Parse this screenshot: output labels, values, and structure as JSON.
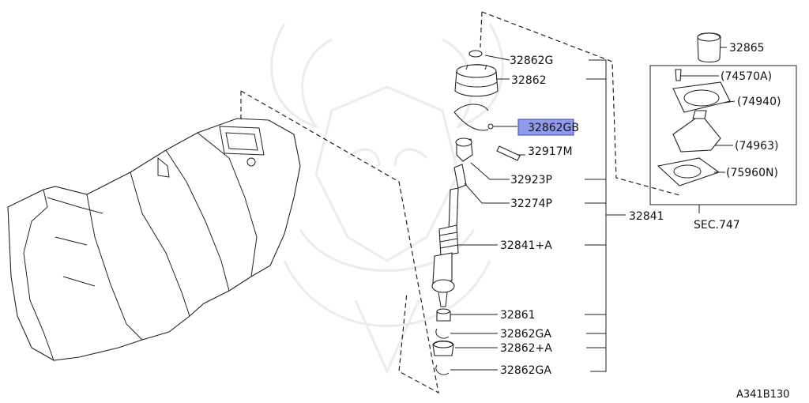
{
  "diagram_id": "A341B130",
  "sec_ref": "SEC.747",
  "highlight_color": "#8f9bea",
  "callouts": [
    {
      "id": "c1",
      "text": "32862G"
    },
    {
      "id": "c2",
      "text": "32862"
    },
    {
      "id": "c3",
      "text": "32862GB",
      "highlighted": true
    },
    {
      "id": "c4",
      "text": "32917M"
    },
    {
      "id": "c5",
      "text": "32923P"
    },
    {
      "id": "c6",
      "text": "32274P"
    },
    {
      "id": "c7",
      "text": "32841+A"
    },
    {
      "id": "c8",
      "text": "32861"
    },
    {
      "id": "c9",
      "text": "32862GA"
    },
    {
      "id": "c10",
      "text": "32862+A"
    },
    {
      "id": "c11",
      "text": "32862GA"
    },
    {
      "id": "c12",
      "text": "32841"
    },
    {
      "id": "c13",
      "text": "32865"
    },
    {
      "id": "c14",
      "text": "(74570A)"
    },
    {
      "id": "c15",
      "text": "(74940)"
    },
    {
      "id": "c16",
      "text": "(74963)"
    },
    {
      "id": "c17",
      "text": "(75960N)"
    }
  ]
}
